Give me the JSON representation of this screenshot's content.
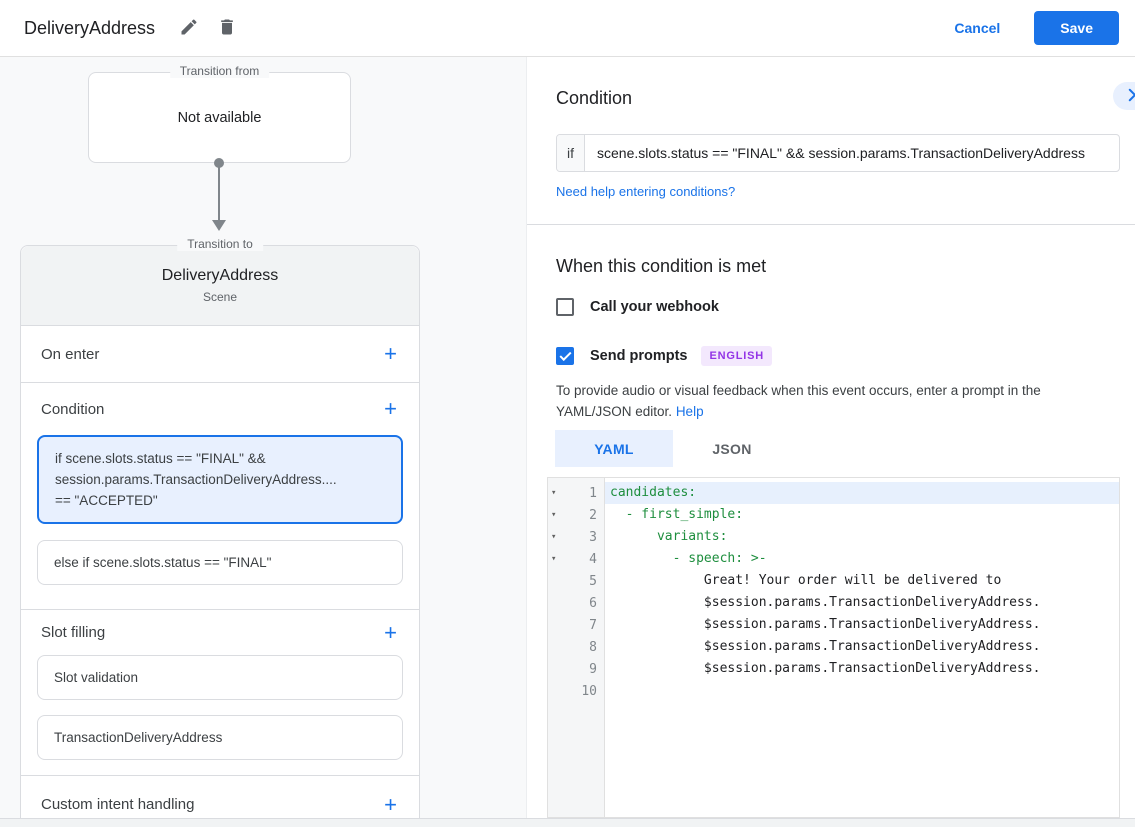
{
  "header": {
    "title": "DeliveryAddress",
    "cancel_label": "Cancel",
    "save_label": "Save",
    "icons": {
      "edit": "pencil-icon",
      "delete": "trash-icon"
    }
  },
  "flow": {
    "from_box": {
      "legend": "Transition from",
      "status": "Not available"
    },
    "to_card": {
      "legend": "Transition to",
      "title": "DeliveryAddress",
      "subtitle": "Scene",
      "on_enter_label": "On enter",
      "condition_label": "Condition",
      "condition_cards": [
        {
          "selected": true,
          "lines": [
            "if scene.slots.status == \"FINAL\" &&",
            "session.params.TransactionDeliveryAddress....",
            "== \"ACCEPTED\""
          ]
        },
        {
          "selected": false,
          "lines": [
            "else if scene.slots.status == \"FINAL\""
          ]
        }
      ],
      "slot_filling_label": "Slot filling",
      "slot_items": [
        "Slot validation",
        "TransactionDeliveryAddress"
      ],
      "custom_intent_label": "Custom intent handling"
    }
  },
  "panel": {
    "heading": "Condition",
    "expand_icon": "chevron-right-icon",
    "if_label": "if",
    "if_value": "scene.slots.status == \"FINAL\" && session.params.TransactionDeliveryAddress",
    "help_link": "Need help entering conditions?",
    "when_heading": "When this condition is met",
    "webhook": {
      "label": "Call your webhook",
      "checked": false
    },
    "prompts": {
      "label": "Send prompts",
      "badge": "ENGLISH",
      "checked": true
    },
    "description": "To provide audio or visual feedback when this event occurs, enter a prompt in the YAML/JSON editor.",
    "description_link": "Help",
    "tabs": [
      {
        "label": "YAML",
        "active": true
      },
      {
        "label": "JSON",
        "active": false
      }
    ],
    "editor": {
      "lines": [
        {
          "num": "1",
          "text": "candidates:"
        },
        {
          "num": "2",
          "text": "  - first_simple:"
        },
        {
          "num": "3",
          "text": "      variants:"
        },
        {
          "num": "4",
          "text": "        - speech: >-"
        },
        {
          "num": "5",
          "text": "            Great! Your order will be delivered to"
        },
        {
          "num": "6",
          "text": "            $session.params.TransactionDeliveryAddress."
        },
        {
          "num": "7",
          "text": "            $session.params.TransactionDeliveryAddress."
        },
        {
          "num": "8",
          "text": "            $session.params.TransactionDeliveryAddress."
        },
        {
          "num": "9",
          "text": "            $session.params.TransactionDeliveryAddress."
        },
        {
          "num": "10",
          "text": ""
        }
      ]
    }
  },
  "colors": {
    "accent": "#1a73e8",
    "selected_card_bg": "#e8f0fe",
    "badge_bg": "#f3e8fd",
    "badge_text": "#9334e6",
    "yaml_key": "#1e8e3e",
    "left_pane_bg": "#f8f9fa"
  }
}
